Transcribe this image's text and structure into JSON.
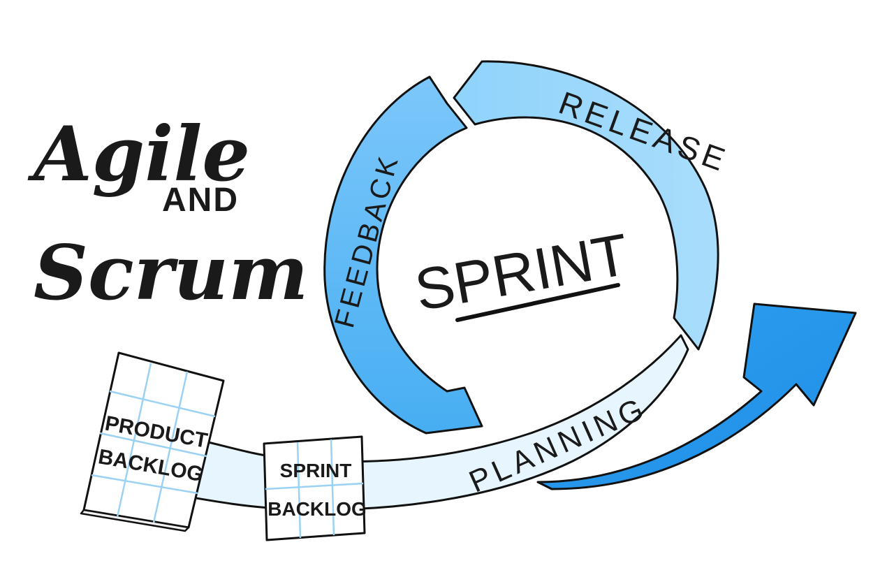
{
  "title": {
    "line1": "Agile",
    "line2": "AND",
    "line3": "Scrum"
  },
  "center_label": "SPRINT",
  "cycle_labels": {
    "release": "RELEASE",
    "feedback": "FEEDBACK",
    "planning": "PLANNING"
  },
  "product_backlog": {
    "line1": "PRODUCT",
    "line2": "BACKLOG"
  },
  "sprint_backlog": {
    "line1": "SPRINT",
    "line2": "BACKLOG"
  },
  "colors": {
    "arrow_blue": "#3aa8ef",
    "arrow_light": "#8fd0fb",
    "band_light": "#e3f4fe",
    "grid_blue": "#9bd2f3",
    "ink": "#111111"
  }
}
